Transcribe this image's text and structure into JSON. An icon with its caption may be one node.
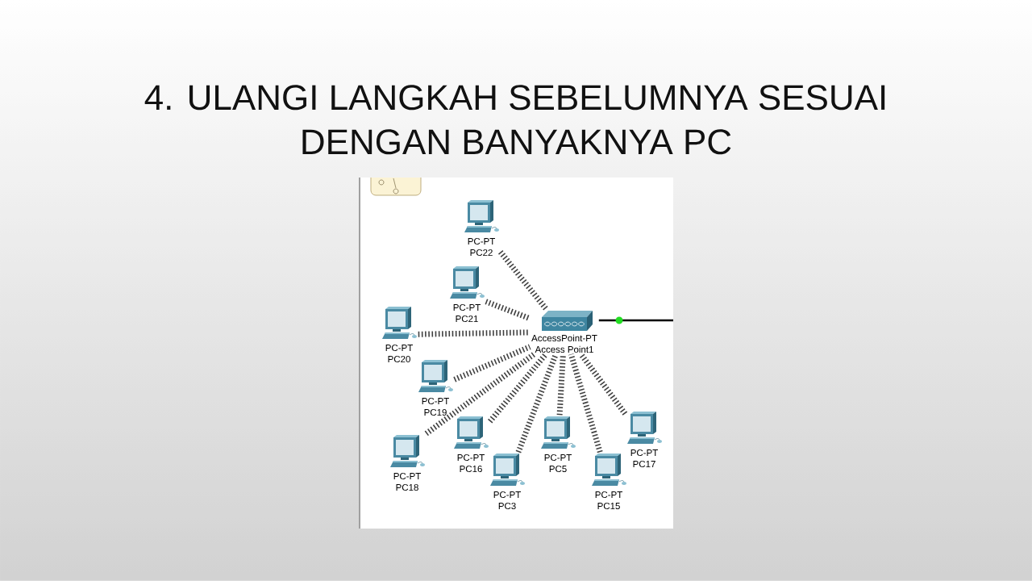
{
  "diagram": {
    "title": "4. ULANGI LANGKAH SEBELUMNYA SESUAI DENGAN BANYAKNYA PC",
    "nodes": [
      {
        "text": [
          "PC-PT",
          "PC22"
        ]
      },
      {
        "text": [
          "PC-PT",
          "PC21"
        ]
      },
      {
        "text": [
          "PC-PT",
          "PC20"
        ]
      },
      {
        "text": [
          "AccessPoint-PT",
          "Access Point1"
        ]
      },
      {
        "text": [
          "PC-PT",
          "PC19"
        ]
      },
      {
        "text": [
          "PC-PT",
          "PC18"
        ]
      },
      {
        "text": [
          "PC-PT",
          "PC16"
        ]
      },
      {
        "text": [
          "PC-PT",
          "PC3"
        ]
      },
      {
        "text": [
          "PC-PT",
          "PC5"
        ]
      },
      {
        "text": [
          "PC-PT",
          "PC15"
        ]
      },
      {
        "text": [
          "PC-PT",
          "PC17"
        ]
      }
    ],
    "edges": [
      {
        "from": 0,
        "to": 3,
        "arrow": "none",
        "style": "dashed"
      },
      {
        "from": 1,
        "to": 3,
        "arrow": "none",
        "style": "dashed"
      },
      {
        "from": 2,
        "to": 3,
        "arrow": "none",
        "style": "dashed"
      },
      {
        "from": 4,
        "to": 3,
        "arrow": "none",
        "style": "dashed"
      },
      {
        "from": 5,
        "to": 3,
        "arrow": "none",
        "style": "dashed"
      },
      {
        "from": 6,
        "to": 3,
        "arrow": "none",
        "style": "dashed"
      },
      {
        "from": 7,
        "to": 3,
        "arrow": "none",
        "style": "dashed"
      },
      {
        "from": 8,
        "to": 3,
        "arrow": "none",
        "style": "dashed"
      },
      {
        "from": 9,
        "to": 3,
        "arrow": "none",
        "style": "dashed"
      },
      {
        "from": 10,
        "to": 3,
        "arrow": "none",
        "style": "dashed"
      },
      {
        "from": 3,
        "to": null,
        "arrow": "none",
        "color": "#000000"
      }
    ]
  }
}
